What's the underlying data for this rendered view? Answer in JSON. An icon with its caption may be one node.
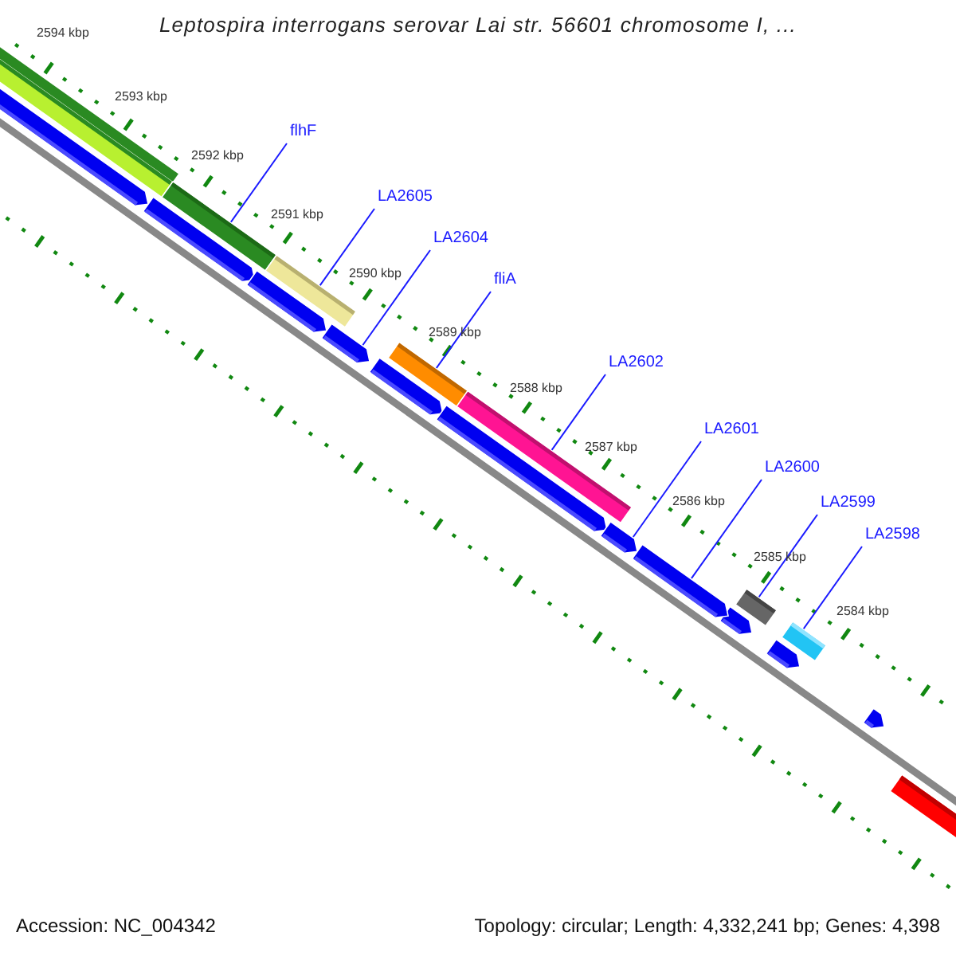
{
  "diagram": {
    "title": "Leptospira interrogans serovar Lai str. 56601 chromosome I, ...",
    "nodes": [
      {
        "text": [
          "flhF"
        ]
      },
      {
        "text": [
          "LA2605"
        ]
      },
      {
        "text": [
          "LA2604"
        ]
      },
      {
        "text": [
          "fliA"
        ]
      },
      {
        "text": [
          "LA2602"
        ]
      },
      {
        "text": [
          "LA2601"
        ]
      },
      {
        "text": [
          "LA2600"
        ]
      },
      {
        "text": [
          "LA2599"
        ]
      },
      {
        "text": [
          "LA2598"
        ]
      },
      {
        "text": [],
        "shape": "bar"
      },
      {
        "text": [],
        "shape": "bar"
      },
      {
        "text": [],
        "shape": "bar"
      },
      {
        "text": [],
        "shape": "bar"
      },
      {
        "text": [],
        "shape": "bar"
      },
      {
        "text": [],
        "shape": "bar"
      },
      {
        "text": [],
        "shape": "bar"
      },
      {
        "text": [],
        "shape": "bar"
      },
      {
        "text": [],
        "shape": "bar"
      }
    ],
    "edges": [
      {
        "from": 0,
        "to": 9,
        "arrow": "none"
      },
      {
        "from": 1,
        "to": 10,
        "arrow": "none"
      },
      {
        "from": 2,
        "to": 11,
        "arrow": "none"
      },
      {
        "from": 3,
        "to": 12,
        "arrow": "none"
      },
      {
        "from": 4,
        "to": 13,
        "arrow": "none"
      },
      {
        "from": 5,
        "to": 14,
        "arrow": "none"
      },
      {
        "from": 6,
        "to": 15,
        "arrow": "none"
      },
      {
        "from": 7,
        "to": 16,
        "arrow": "none"
      },
      {
        "from": 8,
        "to": 17,
        "arrow": "none"
      }
    ],
    "labels": [
      "2594 kbp",
      "2593 kbp",
      "2592 kbp",
      "2591 kbp",
      "2590 kbp",
      "2589 kbp",
      "2588 kbp",
      "2587 kbp",
      "2586 kbp",
      "2585 kbp",
      "2584 kbp",
      "Accession: NC_004342",
      "Topology: circular; Length: 4,332,241 bp; Genes: 4,398"
    ]
  }
}
